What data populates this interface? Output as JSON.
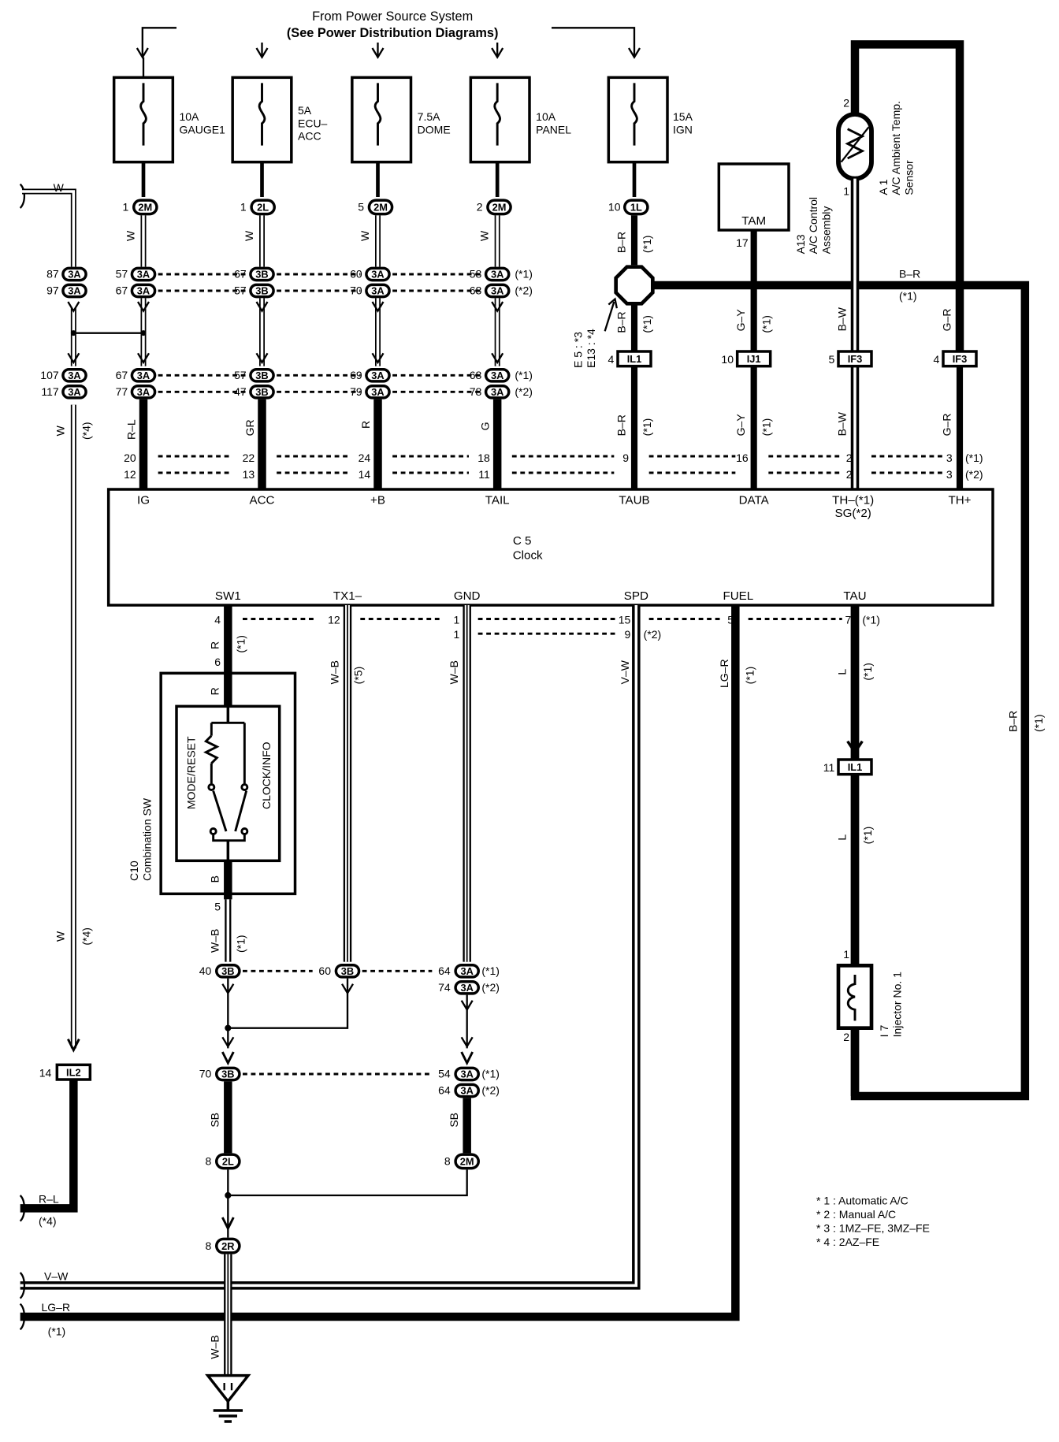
{
  "header": {
    "line1": "From Power Source System",
    "line2": "(See Power Distribution Diagrams)"
  },
  "fuses": [
    {
      "rating": "10A",
      "name": "GAUGE1",
      "name2": ""
    },
    {
      "rating": "5A",
      "name": "ECU–",
      "name2": "ACC"
    },
    {
      "rating": "7.5A",
      "name": "DOME",
      "name2": ""
    },
    {
      "rating": "10A",
      "name": "PANEL",
      "name2": ""
    },
    {
      "rating": "15A",
      "name": "IGN",
      "name2": ""
    }
  ],
  "fuse_connectors": [
    {
      "pin": "1",
      "code": "2M"
    },
    {
      "pin": "1",
      "code": "2L"
    },
    {
      "pin": "5",
      "code": "2M"
    },
    {
      "pin": "2",
      "code": "2M"
    },
    {
      "pin": "10",
      "code": "1L"
    }
  ],
  "components": {
    "clock_id": "C 5",
    "clock_name": "Clock",
    "tam_label": "TAM",
    "ac_control_id": "A13",
    "ac_control_name1": "A/C Control",
    "ac_control_name2": "Assembly",
    "ambient_id": "A 1",
    "ambient_name1": "A/C Ambient Temp.",
    "ambient_name2": "Sensor",
    "combo_id": "C10",
    "combo_name": "Combination SW",
    "mode_reset": "MODE/RESET",
    "clock_info": "CLOCK/INFO",
    "injector_id": "I 7",
    "injector_name": "Injector No. 1",
    "junction_label1": "E 5 : *3",
    "junction_label2": "E13 : *4"
  },
  "clock_top_terminals": [
    "IG",
    "ACC",
    "+B",
    "TAIL",
    "TAUB",
    "DATA",
    "TH–(*1)",
    "SG(*2)",
    "TH+"
  ],
  "clock_bottom_terminals": [
    "SW1",
    "TX1–",
    "GND",
    "SPD",
    "FUEL",
    "TAU"
  ],
  "wire_colors": {
    "w": "W",
    "rl": "R–L",
    "gr": "GR",
    "r": "R",
    "g": "G",
    "br": "B–R",
    "gy": "G–Y",
    "bw": "B–W",
    "grr": "G–R",
    "wb": "W–B",
    "vw": "V–W",
    "lgr": "LG–R",
    "l": "L",
    "b": "B",
    "sb": "SB"
  },
  "notes": {
    "n1": "*1",
    "n2": "*2",
    "n3": "*3",
    "n4": "*4",
    "n5": "*5",
    "p1": "(*1)",
    "p2": "(*2)",
    "p4": "(*4)",
    "p5": "(*5)"
  },
  "pins": {
    "a87": "87",
    "a97": "97",
    "a57": "57",
    "a67": "67",
    "b67": "67",
    "b57": "57",
    "a60": "60",
    "a70": "70",
    "a58": "58",
    "a68": "68",
    "c107": "107",
    "c117": "117",
    "c67": "67",
    "c77": "77",
    "d57": "57",
    "d47": "47",
    "c69": "69",
    "c79": "79",
    "c68": "68",
    "c78": "78",
    "e4": "4",
    "e10": "10",
    "e5": "5",
    "e4b": "4",
    "t20": "20",
    "t12": "12",
    "t22": "22",
    "t13": "13",
    "t24": "24",
    "t14": "14",
    "t18": "18",
    "t11": "11",
    "t9": "9",
    "t16": "16",
    "t2a": "2",
    "t2b": "2",
    "t3a": "3",
    "t3b": "3",
    "a17": "17",
    "s2": "2",
    "s1": "1",
    "b4": "4",
    "b12": "12",
    "b1": "1",
    "b1b": "1",
    "b15": "15",
    "b9": "9",
    "b5": "5",
    "b7": "7",
    "sw6": "6",
    "sw5": "5",
    "f40": "40",
    "f60": "60",
    "f64": "64",
    "f74": "74",
    "f70": "70",
    "f54": "54",
    "f64b": "64",
    "g8": "8",
    "g8b": "8",
    "g8c": "8",
    "h14": "14",
    "h11": "11",
    "i1": "1",
    "i2": "2"
  },
  "connector_codes": {
    "c3A": "3A",
    "c3B": "3B",
    "cIL1": "IL1",
    "cIJ1": "IJ1",
    "cIF3": "IF3",
    "cIL2": "IL2",
    "c2L": "2L",
    "c2M": "2M",
    "c2R": "2R"
  },
  "legend": [
    "* 1 : Automatic A/C",
    "* 2 : Manual A/C",
    "* 3 : 1MZ–FE, 3MZ–FE",
    "* 4 : 2AZ–FE"
  ]
}
